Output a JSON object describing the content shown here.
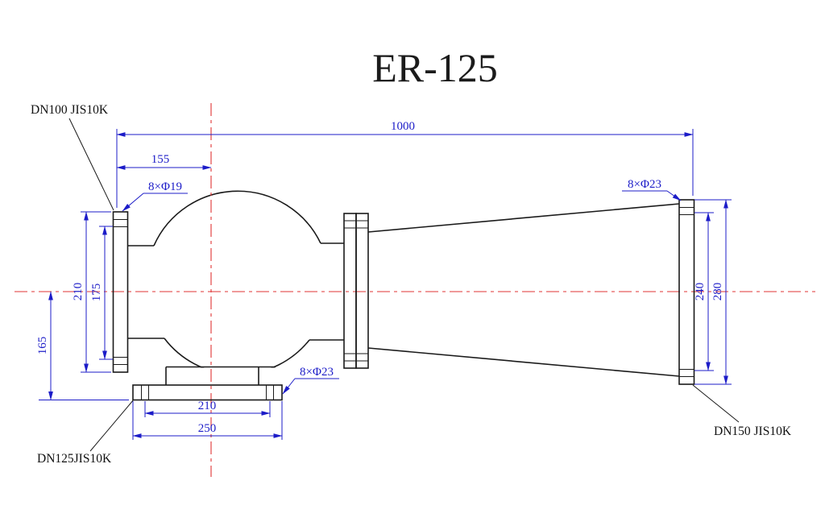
{
  "title": "ER-125",
  "colors": {
    "dimension_blue": "#1c1cc8",
    "centerline_red": "#e03434",
    "outline_black": "#1a1a1a"
  },
  "connection_labels": {
    "left": "DN100 JIS10K",
    "bottom": "DN125JIS10K",
    "right": "DN150 JIS10K"
  },
  "dimensions": {
    "overall_length": "1000",
    "left_flange_offset": "155",
    "left_flange_od": "210",
    "left_flange_bolt_circle": "175",
    "center_to_bottom_flange": "165",
    "bottom_flange_bolt_circle": "210",
    "bottom_flange_od": "250",
    "right_flange_bolt_circle": "240",
    "right_flange_od": "280"
  },
  "bolt_callouts": {
    "left": "8×Φ19",
    "bottom": "8×Φ23",
    "right": "8×Φ23"
  }
}
